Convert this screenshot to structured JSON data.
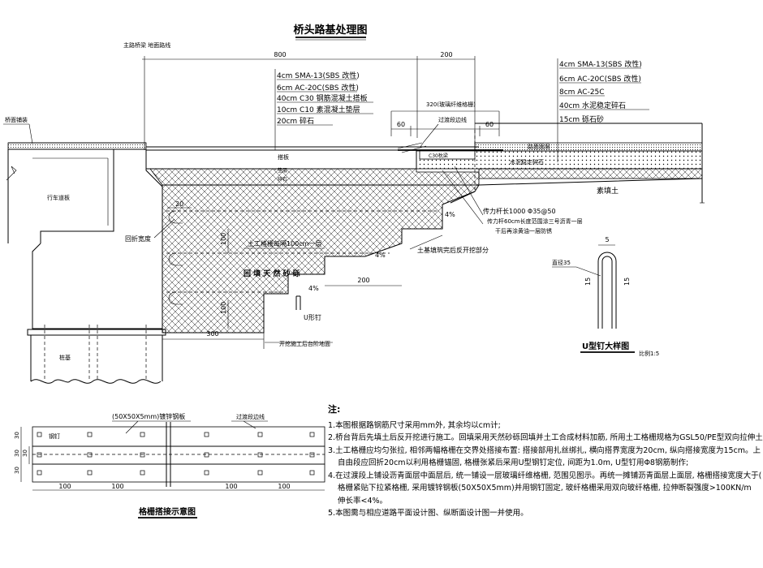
{
  "main_title": "桥头路基处理图",
  "top_left_label": "主路桥梁 地面路线",
  "dims_top": {
    "left": "800",
    "right": "200"
  },
  "layers_left": [
    "4cm SMA-13(SBS 改性)",
    "6cm AC-20C(SBS 改性)",
    "40cm C30 钢筋混凝土搭板",
    "10cm C10 素混凝土垫层",
    "20cm 碎石"
  ],
  "layers_right": [
    "4cm SMA-13(SBS 改性)",
    "6cm AC-20C(SBS 改性)",
    "8cm AC-25C",
    "40cm 水泥稳定碎石",
    "15cm 砾石砂"
  ],
  "labels": {
    "bridge_deck": "桥面铺装",
    "approach_slab": "搭板",
    "bedding": "垫层",
    "gravel": "碎石",
    "traffic_lane": "行车道板",
    "pile": "桩基",
    "dim_320": "320(玻璃纤维格栅)",
    "dim_60a": "60",
    "dim_60b": "60",
    "transition_line": "过渡段边线",
    "c30_beam": "C30枕梁",
    "pavement_surface": "路面面层",
    "cement_gravel": "水泥稳定碎石",
    "fill_soil": "素填土",
    "bar_spec": "传力杆长1000 Φ35@50",
    "bar_note_1": "传力杆60cm长度范围涂三号沥青一层",
    "bar_note_2": "干后再涂黄油一层防锈",
    "dim_20": "20",
    "backfill_width": "回折宽度",
    "slope_4a": "4%",
    "slope_4b": "4%",
    "slope_4c": "4%",
    "dim_100a": "100",
    "dim_100b": "100",
    "geogrid_note": "土工格栅每隔100cm一层",
    "backfill_gravel": "回 填 天 然 砂 砾",
    "excavation_note": "土基填筑完后反开挖部分",
    "dim_200": "200",
    "u_nail": "U形钉",
    "dim_300": "300",
    "excavation_line": "开挖施工后台阶地面"
  },
  "u_detail": {
    "title": "U型钉大样图",
    "scale": "比例1:5",
    "dim_top": "5",
    "dim_left": "15",
    "dim_right": "15",
    "label": "直径35"
  },
  "grid_detail": {
    "title": "格栅搭接示意图",
    "steel_plate": "(50X50X5mm)镀锌钢板",
    "nail": "钢钉",
    "transition": "过渡段边线",
    "dims_bottom": [
      "100",
      "100",
      "100",
      "100"
    ],
    "dims_left": [
      "30",
      "30",
      "30",
      "30"
    ]
  },
  "notes": {
    "head": "注:",
    "items": [
      "1.本图根据路钢筋尺寸采用mm外, 其余均以cm计;",
      "2.桥台背后先填土后反开挖进行施工。回填采用天然砂砾回填并土工合成材料加筋, 所用土工格栅规格为GSL50/PE型双向拉伸土",
      "3.土工格栅应均匀张拉, 相邻两幅格栅在交界处搭接布置: 搭接部用扎丝绑扎, 横向搭界宽度为20cm, 纵向搭接宽度为15cm。上",
      "自由段应回折20cm以利用格栅锚固, 格栅张紧后采用U型钢钉定位, 间距为1.0m, U型钉用Φ8钢筋制作;",
      "4.在过渡段上铺设沥青面层中面层后, 统一铺设一层玻璃纤维格栅, 范围见图示。再统一摊铺沥青面层上面层, 格栅搭接宽度大于(",
      "格栅紧贴下拉紧格栅, 采用镀锌钢板(50X50X5mm)并用钢钉固定, 玻纤格栅采用双向玻纤格栅, 拉伸断裂强度>100KN/m",
      "伸长率<4%。",
      "5.本图需与相应道路平面设计图、纵断面设计图一并使用。"
    ]
  }
}
